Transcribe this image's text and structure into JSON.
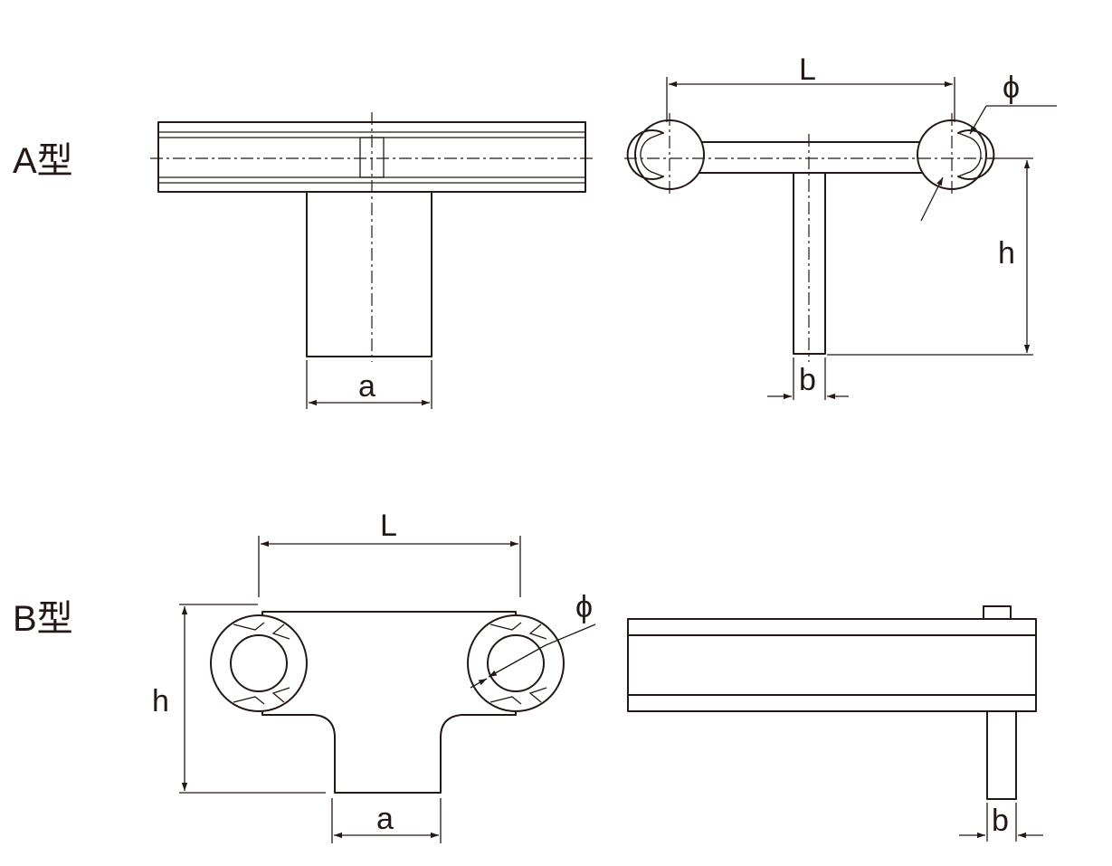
{
  "labels": {
    "type_a": "A型",
    "type_b": "B型",
    "a_L": "L",
    "a_phi": "ϕ",
    "a_h": "h",
    "a_a": "a",
    "a_b": "b",
    "b_L": "L",
    "b_phi": "ϕ",
    "b_h": "h",
    "b_a": "a",
    "b_b": "b"
  },
  "colors": {
    "line": "#231815",
    "background": "#ffffff"
  }
}
